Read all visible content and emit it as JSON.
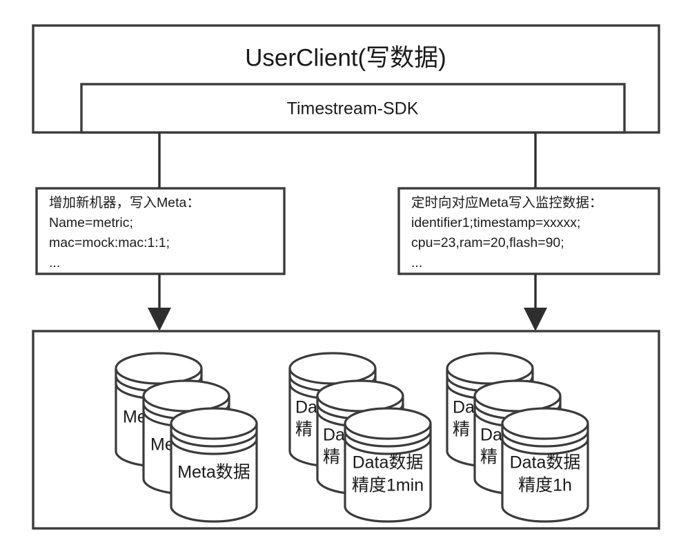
{
  "diagram": {
    "title": "UserClient(写数据)",
    "sdk_label": "Timestream-SDK",
    "notes": [
      {
        "id": "meta-write-note",
        "lines": [
          "增加新机器，写入Meta：",
          "Name=metric;",
          "mac=mock:mac:1:1;",
          "..."
        ]
      },
      {
        "id": "monitor-write-note",
        "lines": [
          "定时向对应Meta写入监控数据：",
          "identifier1;timestamp=xxxxx;",
          "cpu=23,ram=20,flash=90;",
          "..."
        ]
      }
    ],
    "storage_groups": [
      {
        "id": "meta-store",
        "line1": "Meta数据",
        "line2": "",
        "back_line1": "Me",
        "back_line2": ""
      },
      {
        "id": "data-store-1min",
        "line1": "Data数据",
        "line2": "精度1min",
        "back_line1": "Da",
        "back_line2": "精"
      },
      {
        "id": "data-store-1h",
        "line1": "Data数据",
        "line2": "精度1h",
        "back_line1": "Da",
        "back_line2": "精"
      }
    ],
    "colors": {
      "stroke": "#3b3b3b",
      "connector": "#2e2e2e",
      "text": "#1a1a1a",
      "background": "#ffffff"
    }
  }
}
